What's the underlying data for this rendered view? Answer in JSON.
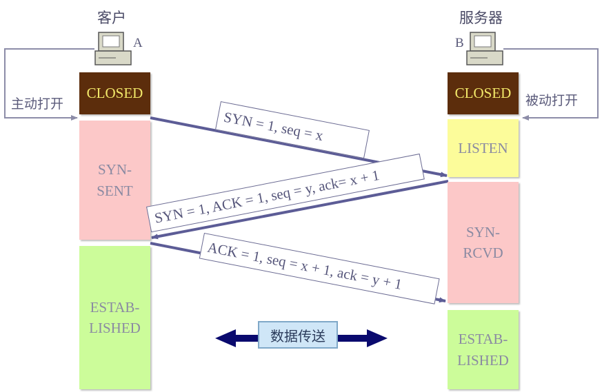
{
  "hosts": {
    "client": {
      "title": "客户",
      "letter": "A",
      "action": "主动打开"
    },
    "server": {
      "title": "服务器",
      "letter": "B",
      "action": "被动打开"
    }
  },
  "client_states": [
    "CLOSED",
    "SYN-\nSENT",
    "ESTAB-\nLISHED"
  ],
  "server_states": [
    "CLOSED",
    "LISTEN",
    "SYN-\nRCVD",
    "ESTAB-\nLISHED"
  ],
  "messages": [
    {
      "text": "SYN = 1, seq = x"
    },
    {
      "text": "SYN = 1, ACK = 1, seq = y, ack= x + 1"
    },
    {
      "text": "ACK = 1, seq = x + 1, ack = y + 1"
    }
  ],
  "data_transfer": "数据传送",
  "colors": {
    "closed": "#5c2d0c",
    "closed_text": "#f3e96a",
    "syn": "#fcc8c8",
    "listen": "#fcfc9a",
    "established": "#ccfc9a",
    "arrow": "#5c5c96",
    "transfer_arrow": "#0a0a6e"
  }
}
